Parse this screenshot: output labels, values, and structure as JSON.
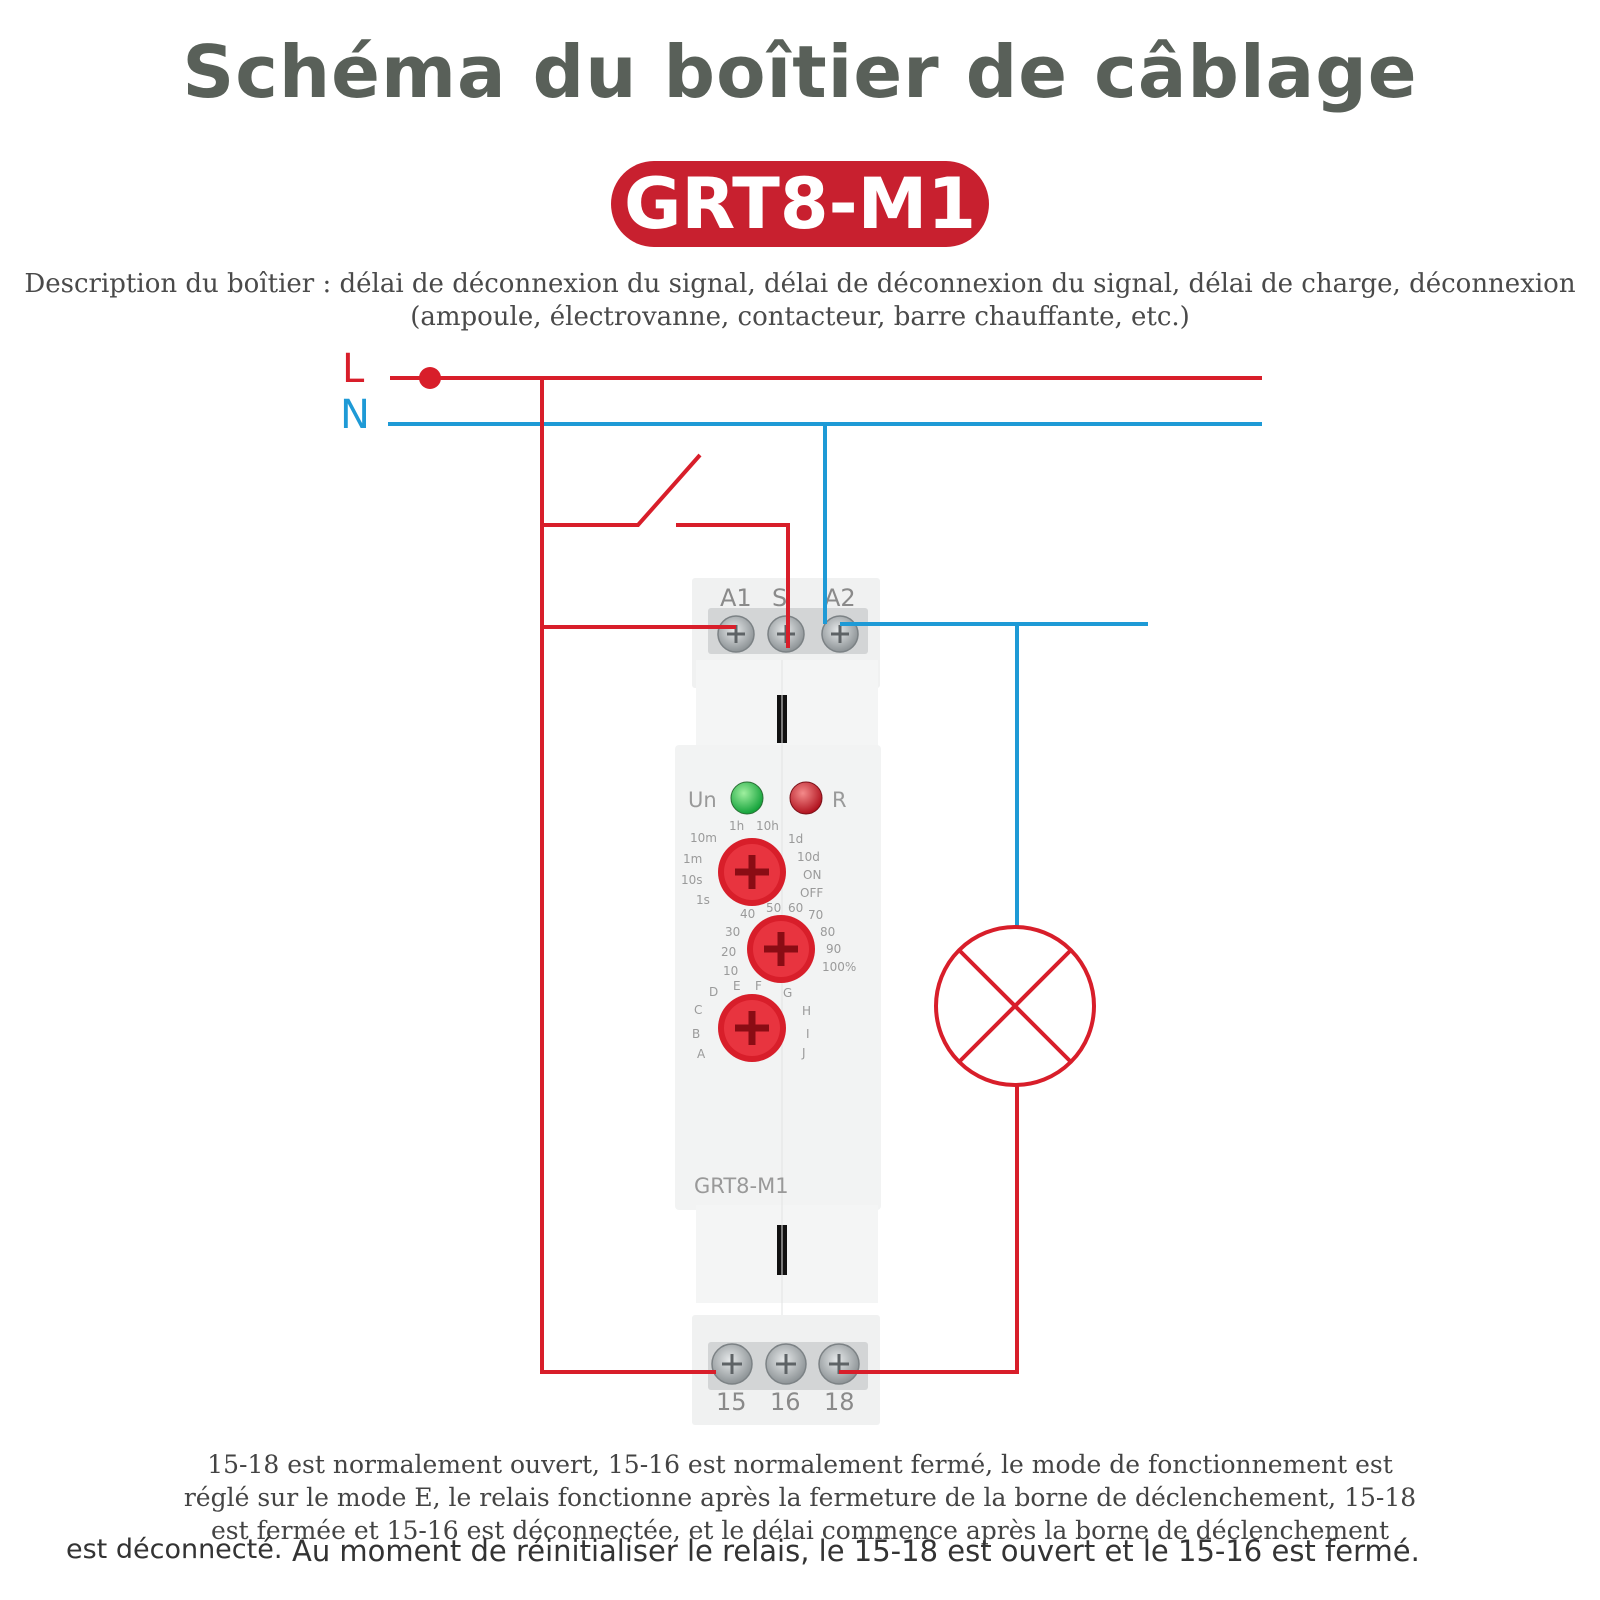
{
  "title": "Schéma du boîtier de câblage",
  "model_badge": "GRT8-M1",
  "description": {
    "line1": "Description du boîtier : délai de déconnexion du signal, délai de déconnexion du signal, délai de charge, déconnexion",
    "line2": "(ampoule, électrovanne, contacteur, barre chauffante, etc.)"
  },
  "lines": {
    "live": "L",
    "neutral": "N"
  },
  "colors": {
    "live": "#d81e2a",
    "neutral": "#1e9ad6",
    "badge": "#c8202f",
    "title": "#596059"
  },
  "device": {
    "top_terminals": [
      "A1",
      "S",
      "A2"
    ],
    "bottom_terminals": [
      "15",
      "16",
      "18"
    ],
    "led_power": "Un",
    "led_relay": "R",
    "model": "GRT8-M1",
    "dial_range": {
      "left": [
        "10m",
        "1m",
        "10s",
        "1s"
      ],
      "top": [
        "1h",
        "10h"
      ],
      "right": [
        "1d",
        "10d",
        "ON",
        "OFF"
      ]
    },
    "dial_percent": {
      "left": [
        "40",
        "30",
        "20",
        "10"
      ],
      "top": [
        "50",
        "60"
      ],
      "right": [
        "70",
        "80",
        "90",
        "100%"
      ]
    },
    "dial_mode": {
      "left": [
        "D",
        "C",
        "B",
        "A"
      ],
      "top": [
        "E",
        "F"
      ],
      "right": [
        "G",
        "H",
        "I",
        "J"
      ]
    }
  },
  "load_icon": "lamp-icon",
  "bottom_text": {
    "line1": "15-18 est normalement ouvert, 15-16 est normalement fermé, le mode de fonctionnement est",
    "line2": "réglé sur le mode E, le relais fonctionne après la fermeture de la borne de déclenchement, 15-18",
    "line3": "est fermée et 15-16 est déconnectée, et le délai commence après la borne de déclenchement",
    "line4a": "est déconnecté.",
    "line4b": "Au moment de réinitialiser le relais, le 15-18 est ouvert et le 15-16 est fermé."
  }
}
